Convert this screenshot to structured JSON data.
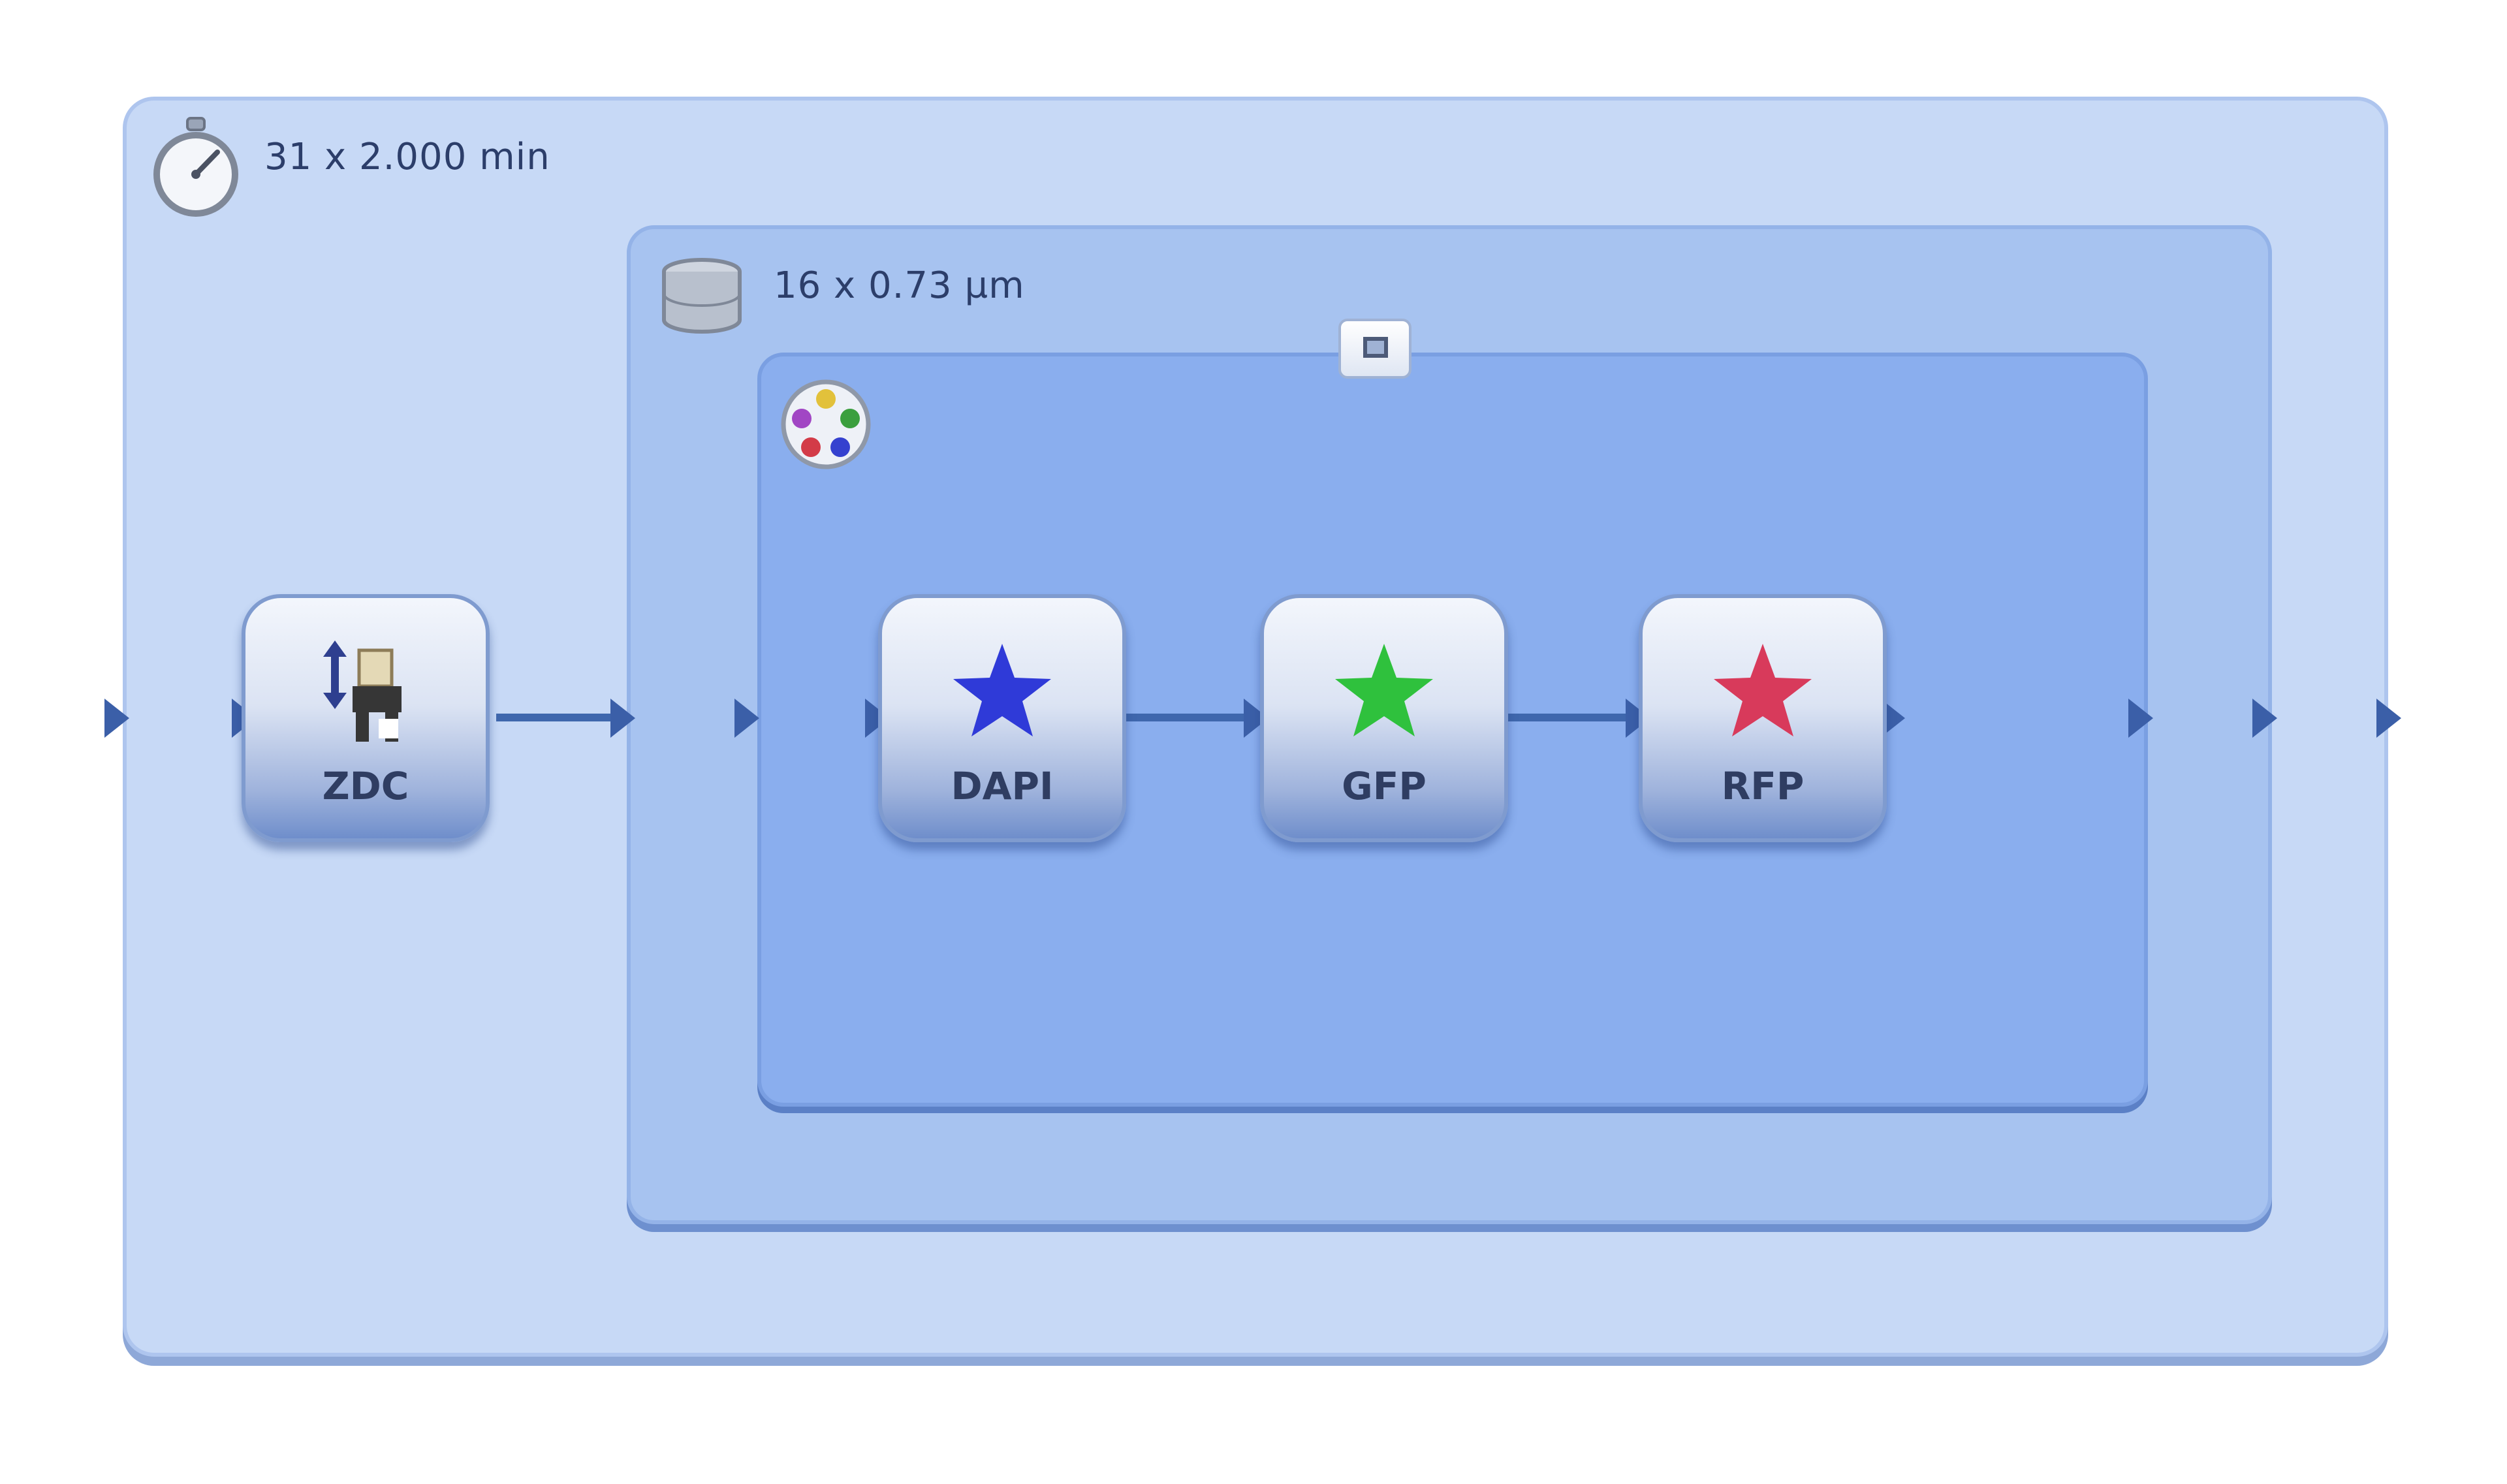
{
  "experiment": {
    "timelapse": {
      "icon": "stopwatch-icon",
      "label": "31 x 2.000 min"
    },
    "zstack": {
      "icon": "z-stack-icon",
      "label": "16 x 0.73 µm"
    },
    "channels": {
      "icon": "multichannel-icon",
      "options_icon": "options-icon"
    },
    "focus": {
      "icon": "focus-icon",
      "label": "ZDC"
    },
    "channel_items": [
      {
        "label": "DAPI",
        "icon": "star-icon",
        "color": "#2f3ad8"
      },
      {
        "label": "GFP",
        "icon": "star-icon",
        "color": "#2fc13d"
      },
      {
        "label": "RFP",
        "icon": "star-icon",
        "color": "#d83a5b"
      }
    ]
  },
  "colors": {
    "outer": "#c7d9f6",
    "middle": "#a7c3f0",
    "inner": "#8aaeee",
    "connector": "#3f67ad"
  }
}
